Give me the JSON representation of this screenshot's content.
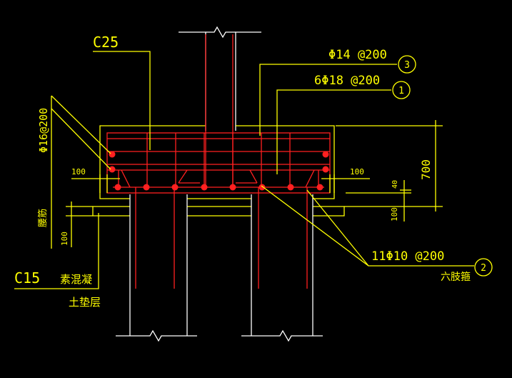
{
  "colors": {
    "background": "#000000",
    "annotation": "#ffff00",
    "outline": "#ffffff",
    "rebar": "#ff2020"
  },
  "labels": {
    "concrete_grade": "C25",
    "pad_grade": "C15",
    "pad_material": "素混凝",
    "pad_layer": "土垫层",
    "top_rebar": "Φ14 @200",
    "bottom_rebar": "6Φ18 @200",
    "side_rebar": "Φ16@200",
    "stirrup": "11Φ10 @200",
    "stirrup_type": "六肢箍",
    "side_note": "腰筋",
    "marker_1": "1",
    "marker_2": "2",
    "marker_3": "3",
    "dim_left_cover": "100",
    "dim_right_cover": "100",
    "dim_height": "700",
    "dim_40": "40",
    "dim_pad_right": "100",
    "dim_pad_left": "100"
  }
}
